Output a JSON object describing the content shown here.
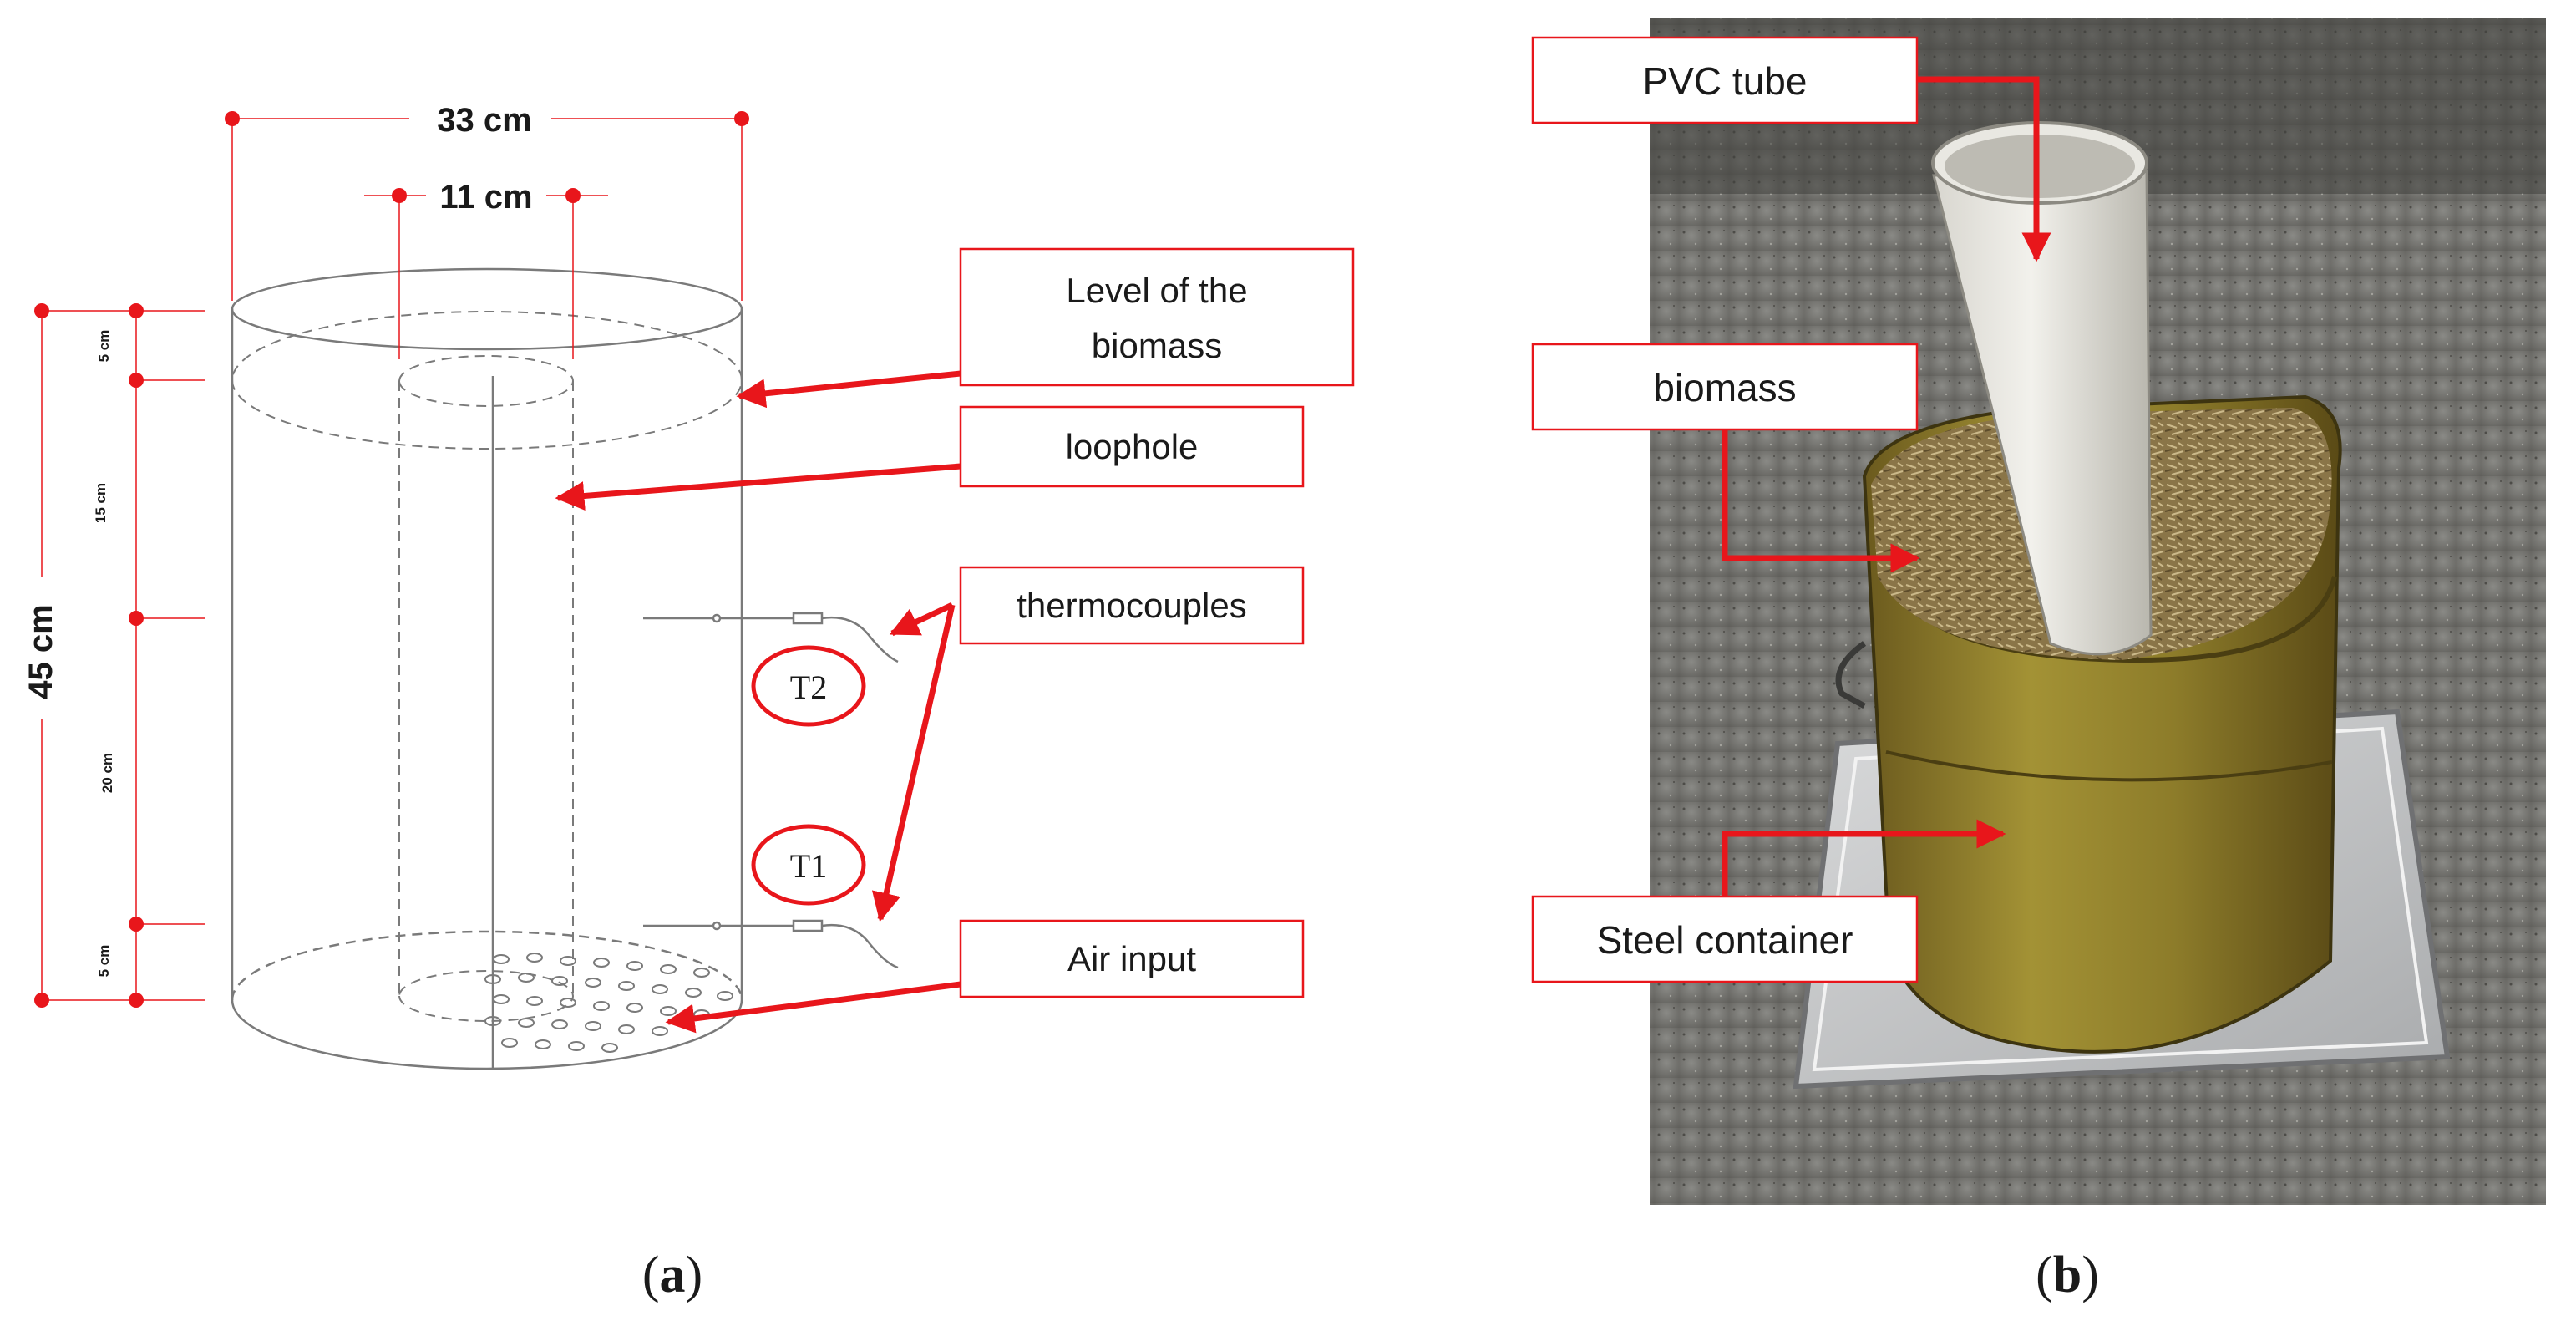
{
  "panel_a": {
    "dimensions": {
      "outer_diameter": "33 cm",
      "inner_diameter": "11 cm",
      "total_height": "45 cm",
      "seg_top": "5 cm",
      "seg_upper": "15 cm",
      "seg_middle": "20 cm",
      "seg_bottom": "5 cm"
    },
    "callouts": {
      "level_line1": "Level of the",
      "level_line2": "biomass",
      "loophole": "loophole",
      "thermocouples": "thermocouples",
      "air_input": "Air input"
    },
    "sensors": {
      "t2": "T2",
      "t1": "T1"
    },
    "caption_prefix": "(",
    "caption_letter": "a",
    "caption_suffix": ")"
  },
  "panel_b": {
    "callouts": {
      "pvc_tube": "PVC tube",
      "biomass": "biomass",
      "steel_container": "Steel container"
    },
    "caption_prefix": "(",
    "caption_letter": "b",
    "caption_suffix": ")"
  },
  "colors": {
    "accent_red": "#e8161b",
    "line_gray": "#7a7a7a",
    "ink": "#1a1a1a"
  }
}
